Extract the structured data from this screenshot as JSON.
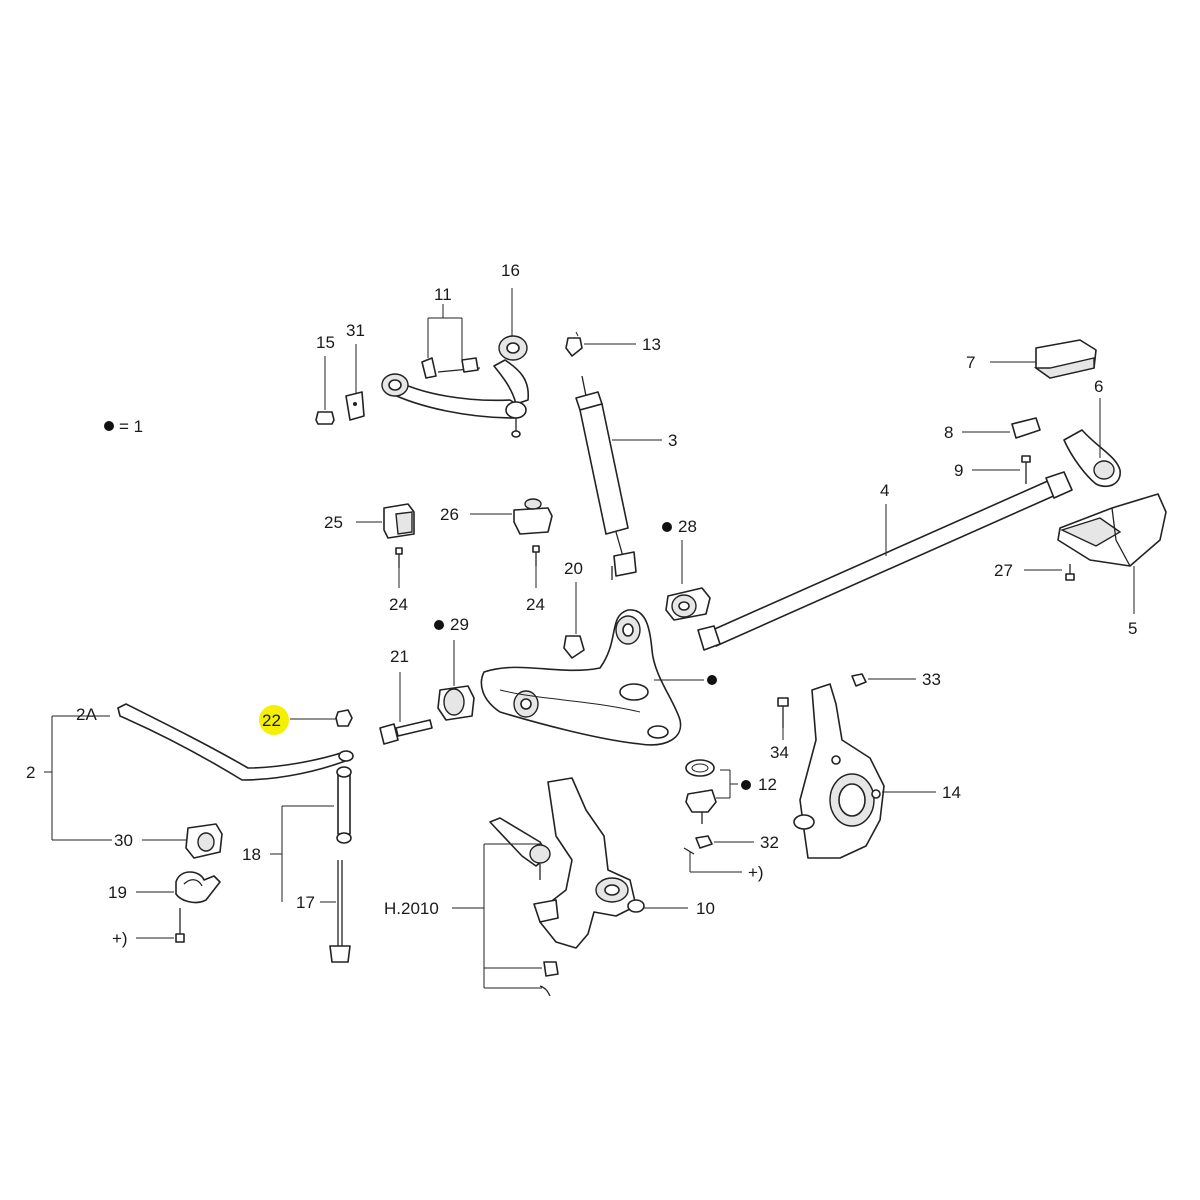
{
  "legend": {
    "marker": "●",
    "text": "= 1"
  },
  "highlight_color": "#f5f000",
  "callouts": {
    "c2": "2",
    "c2A": "2A",
    "c3": "3",
    "c4": "4",
    "c5": "5",
    "c6": "6",
    "c7": "7",
    "c8": "8",
    "c9": "9",
    "c10": "10",
    "c11": "11",
    "c12": "12",
    "c13": "13",
    "c14": "14",
    "c15": "15",
    "c16": "16",
    "c17": "17",
    "c18": "18",
    "c19": "19",
    "c20": "20",
    "c21": "21",
    "c22": "22",
    "c24a": "24",
    "c24b": "24",
    "c25": "25",
    "c26": "26",
    "c27": "27",
    "c28": "28",
    "c29": "29",
    "c30": "30",
    "c31": "31",
    "c32": "32",
    "c33": "33",
    "c34": "34",
    "cH2010": "H.2010",
    "plus1": "+)",
    "plus2": "+)"
  }
}
